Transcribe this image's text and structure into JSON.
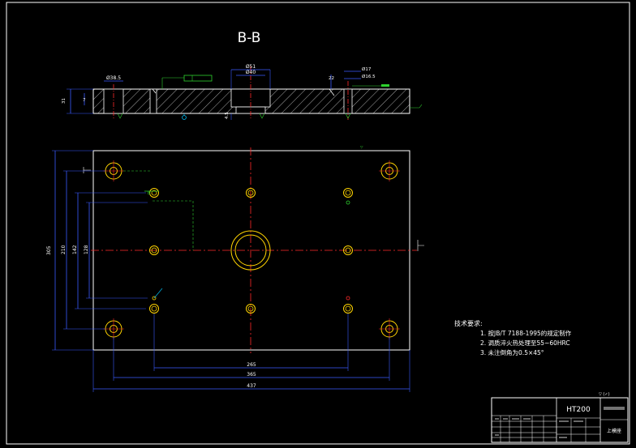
{
  "section_title": "B-B",
  "tech_requirements": {
    "heading": "技术要求:",
    "items": [
      "1. 按JB/T 7188-1995的规定制作",
      "2. 调质淬火热处理至55~60HRC",
      "3. 未注倒角为0.5×45°"
    ]
  },
  "title_block": {
    "material": "HT200",
    "name": "上模座"
  },
  "dimensions": {
    "horizontal": [
      "265",
      "365",
      "437"
    ],
    "vertical": [
      "305",
      "210",
      "142",
      "128"
    ],
    "section": [
      "Ø38.5",
      "Ø51",
      "Ø40",
      "Ø17",
      "Ø16.5",
      "22",
      "31",
      "7",
      "4.5"
    ]
  },
  "colors": {
    "background": "#000000",
    "outline": "#ffffff",
    "centerline": "#ff2a2a",
    "hole": "#ffd400",
    "dimension": "#3a5bff",
    "leader": "#00c8ff",
    "green": "#2ed12e"
  }
}
